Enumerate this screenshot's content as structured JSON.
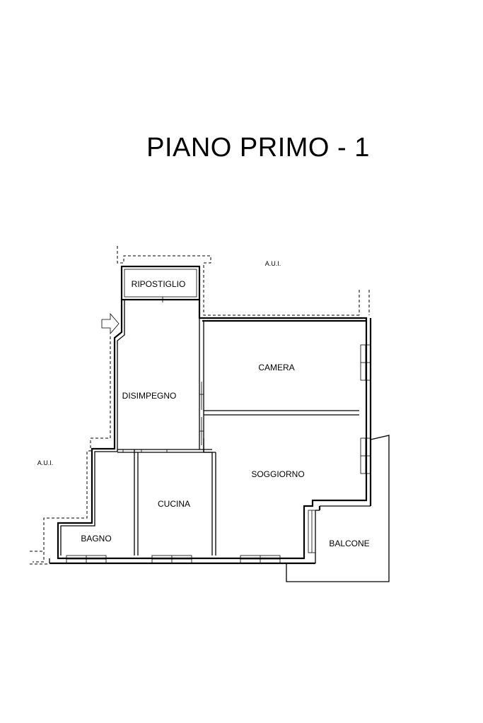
{
  "title": "PIANO PRIMO - 1",
  "labels": {
    "aui_top": "A.U.I.",
    "aui_left": "A.U.I.",
    "ripostiglio": "RIPOSTIGLIO",
    "disimpegno": "DISIMPEGNO",
    "camera": "CAMERA",
    "soggiorno": "SOGGIORNO",
    "cucina": "CUCINA",
    "bagno": "BAGNO",
    "balcone": "BALCONE"
  }
}
